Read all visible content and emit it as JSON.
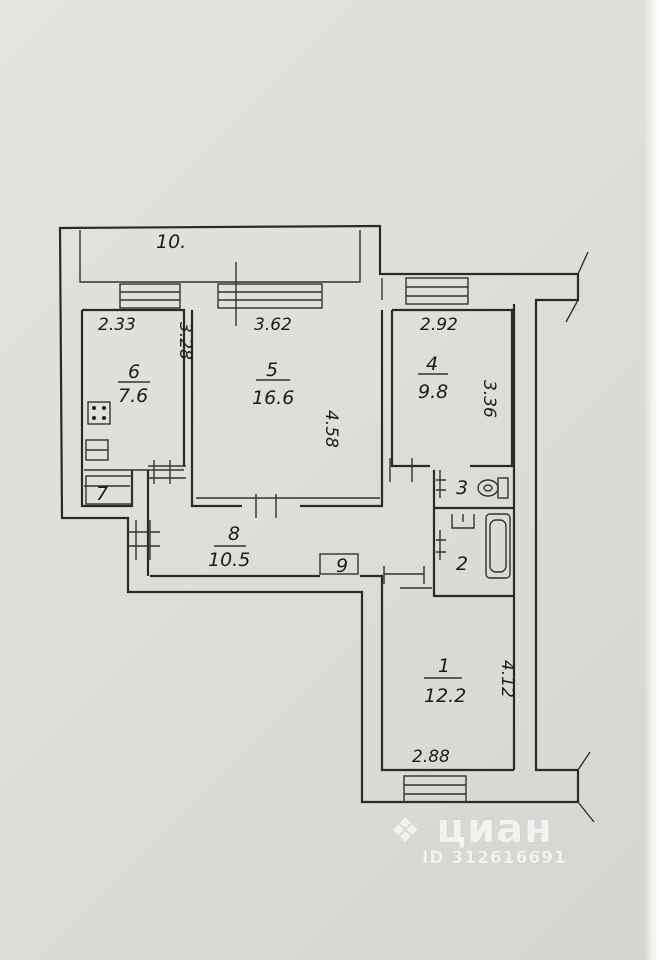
{
  "plan": {
    "rooms": [
      {
        "num": "1",
        "area": "12.2",
        "width": "2.88",
        "length": "4.12"
      },
      {
        "num": "2"
      },
      {
        "num": "3"
      },
      {
        "num": "4",
        "area": "9.8",
        "width": "2.92",
        "length": "3.36"
      },
      {
        "num": "5",
        "area": "16.6",
        "width": "3.62",
        "length": "4.58"
      },
      {
        "num": "6",
        "area": "7.6",
        "width": "2.33",
        "length": "3.28"
      },
      {
        "num": "7"
      },
      {
        "num": "8",
        "area": "10.5"
      },
      {
        "num": "9"
      },
      {
        "num": "10."
      }
    ]
  },
  "watermark": {
    "brand": "циан",
    "id": "ID 312616691"
  }
}
